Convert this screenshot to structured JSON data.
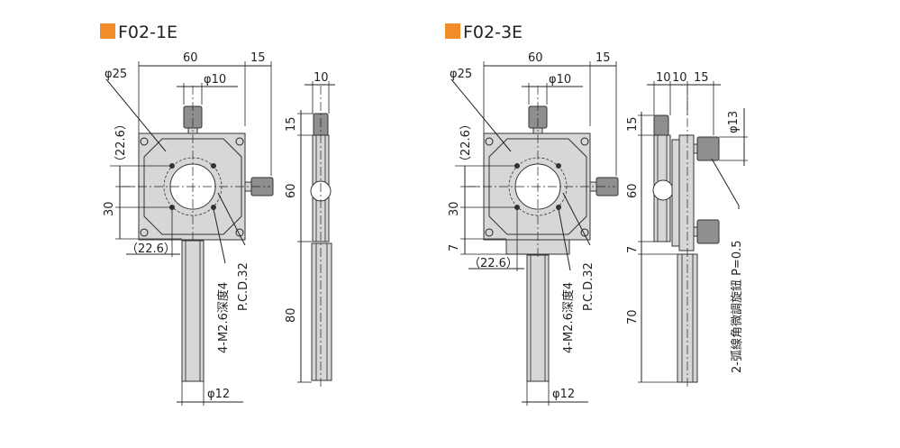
{
  "views": {
    "f02_1e": {
      "title": "F02-1E",
      "dims": {
        "width_60": "60",
        "width_15": "15",
        "phi25": "φ25",
        "phi10": "φ10",
        "v22_6": "（22.6）",
        "v30": "30",
        "h22_6": "（22.6）",
        "thread": "4-M2.6深度4",
        "pcd": "P.C.D.32",
        "phi12": "φ12",
        "side_10": "10",
        "side_15": "15",
        "side_60": "60",
        "side_80": "80"
      }
    },
    "f02_3e": {
      "title": "F02-3E",
      "dims": {
        "width_60": "60",
        "width_15": "15",
        "phi25": "φ25",
        "phi10": "φ10",
        "v22_6": "（22.6）",
        "v30": "30",
        "v7": "7",
        "h22_6": "（22.6）",
        "thread": "4-M2.6深度4",
        "pcd": "P.C.D.32",
        "phi12": "φ12",
        "side_10a": "10",
        "side_10b": "10",
        "side_15": "15",
        "side_phi13": "φ13",
        "side_15v": "15",
        "side_60": "60",
        "side_7": "7",
        "side_70": "70",
        "side_note": "2-弧線角微調旋鈕 P=0.5"
      }
    }
  },
  "colors": {
    "title_marker": "#f28c28",
    "part_fill": "#d7d7d7",
    "dark_fill": "#8f8f8f",
    "line": "#222222"
  }
}
